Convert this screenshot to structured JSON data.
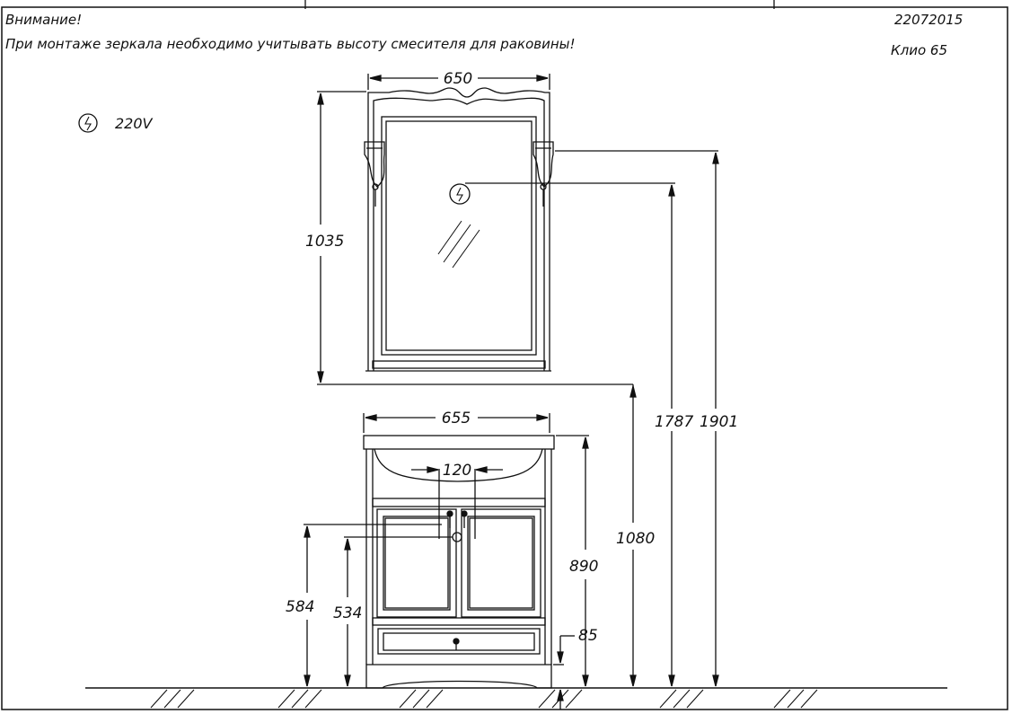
{
  "header": {
    "warning_title": "Внимание!",
    "warning_text": "При монтаже зеркала необходимо учитывать высоту смесителя для раковины!",
    "doc_code": "22072015",
    "model": "Клио  65"
  },
  "legend": {
    "power_icon": "lightning-bolt-icon",
    "voltage": "220V"
  },
  "dimensions": {
    "mirror_width": "650",
    "mirror_height": "1035",
    "cabinet_width": "655",
    "tap_spacing": "120",
    "socket_height": "1787",
    "lamp_height": "1901",
    "mirror_bottom_height": "1080",
    "cabinet_height": "890",
    "outlet_height_1": "584",
    "outlet_height_2": "534",
    "plinth_height": "85"
  },
  "colors": {
    "line": "#111111",
    "background": "#ffffff"
  }
}
